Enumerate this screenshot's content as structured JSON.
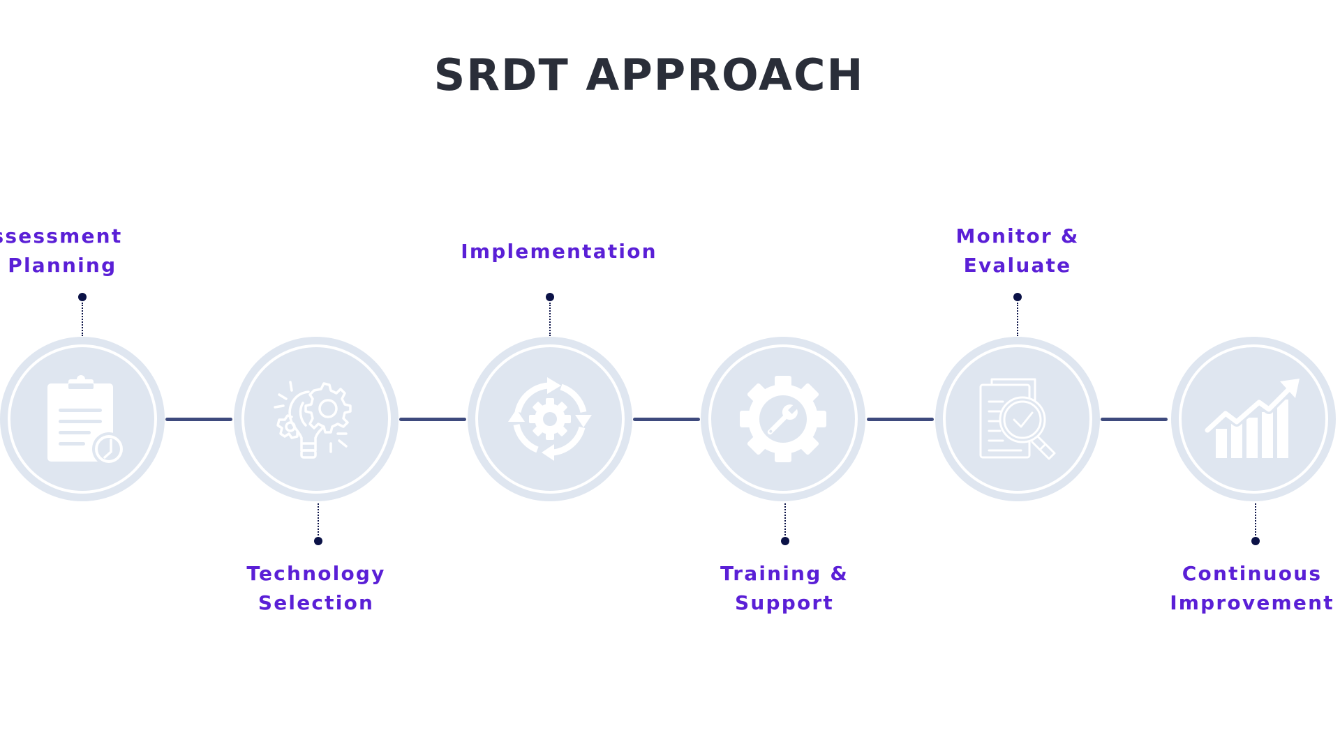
{
  "title": "SRDT APPROACH",
  "colors": {
    "title": "#2a2e39",
    "label": "#5a1fd6",
    "circle": "#dfe6f0",
    "connector": "#3e4a7d",
    "marker": "#0b1247"
  },
  "steps": [
    {
      "id": "assessment-planning",
      "label_lines": [
        "Assessment",
        "& Planning"
      ],
      "label_position": "top",
      "icon": "clipboard-clock-icon"
    },
    {
      "id": "technology-selection",
      "label_lines": [
        "Technology",
        "Selection"
      ],
      "label_position": "bottom",
      "icon": "lightbulb-gears-icon"
    },
    {
      "id": "implementation",
      "label_lines": [
        "Implementation"
      ],
      "label_position": "top",
      "icon": "cycle-gear-icon"
    },
    {
      "id": "training-support",
      "label_lines": [
        "Training &",
        "Support"
      ],
      "label_position": "bottom",
      "icon": "gear-wrench-icon"
    },
    {
      "id": "monitor-evaluate",
      "label_lines": [
        "Monitor &",
        "Evaluate"
      ],
      "label_position": "top",
      "icon": "document-magnifier-check-icon"
    },
    {
      "id": "continuous-improvement",
      "label_lines": [
        "Continuous",
        "Improvement"
      ],
      "label_position": "bottom",
      "icon": "growth-chart-icon"
    }
  ]
}
